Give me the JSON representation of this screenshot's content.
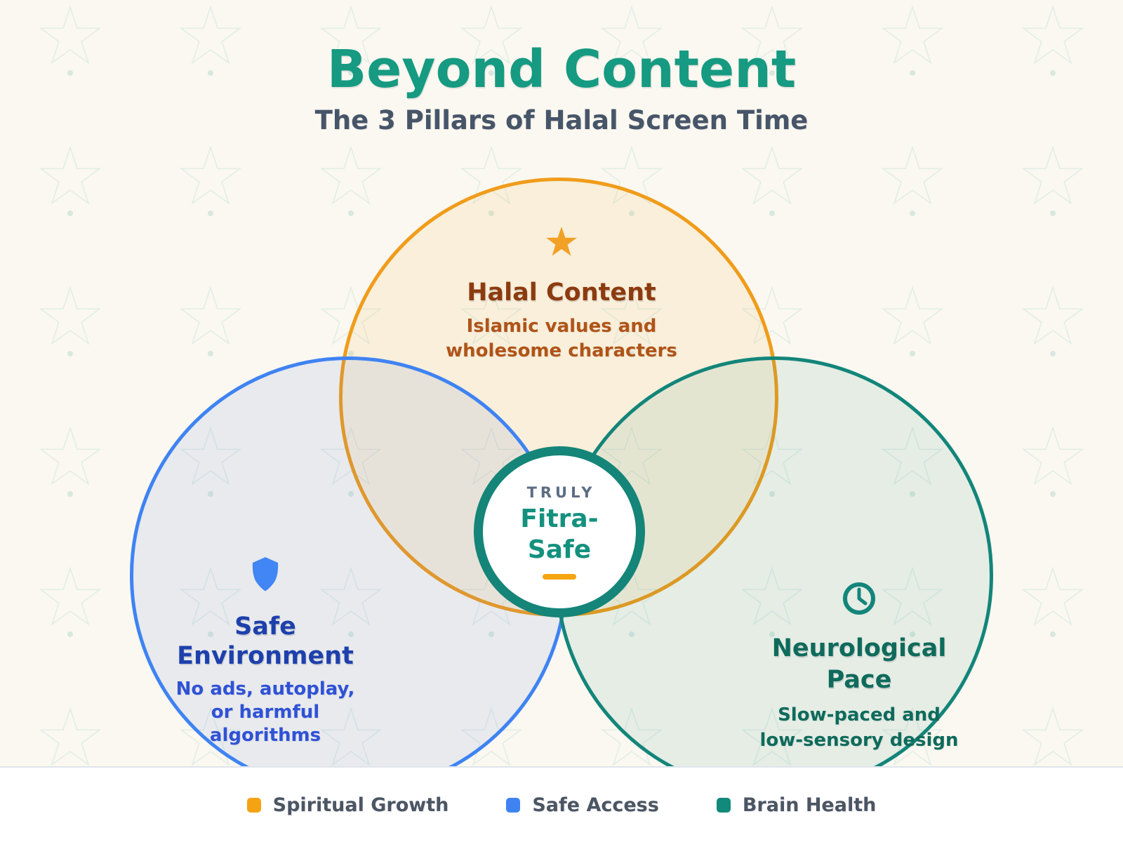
{
  "header": {
    "title": "Beyond Content",
    "subtitle": "The 3 Pillars of Halal Screen Time",
    "title_color": "#169a82",
    "subtitle_color": "#475569"
  },
  "background": {
    "color": "#faf8f0",
    "watermark": "star-pattern"
  },
  "pillars": {
    "halal_content": {
      "icon": "star-icon",
      "title": "Halal Content",
      "description": "Islamic values and\nwholesome characters",
      "circle_color": "#f09c1b",
      "title_color": "#8c3b0f",
      "description_color": "#b05418"
    },
    "safe_environment": {
      "icon": "shield-icon",
      "title": "Safe\nEnvironment",
      "description": "No ads, autoplay,\nor harmful\nalgorithms",
      "circle_color": "#3f83f3",
      "title_color": "#1e40ac",
      "description_color": "#2f52d6"
    },
    "neurological_pace": {
      "icon": "clock-icon",
      "title": "Neurological\nPace",
      "description": "Slow-paced and\nlow-sensory design",
      "circle_color": "#13857a",
      "title_color": "#0e6b5b",
      "description_color": "#0e6b5b"
    }
  },
  "center_badge": {
    "eyebrow": "TRULY",
    "title": "Fitra-\nSafe",
    "border_color": "#148578",
    "title_color": "#14917e",
    "underline_color": "#f6a510"
  },
  "legend": {
    "items": [
      {
        "label": "Spiritual Growth",
        "color": "#f5a313"
      },
      {
        "label": "Safe Access",
        "color": "#3f83f3"
      },
      {
        "label": "Brain Health",
        "color": "#11897b"
      }
    ]
  }
}
